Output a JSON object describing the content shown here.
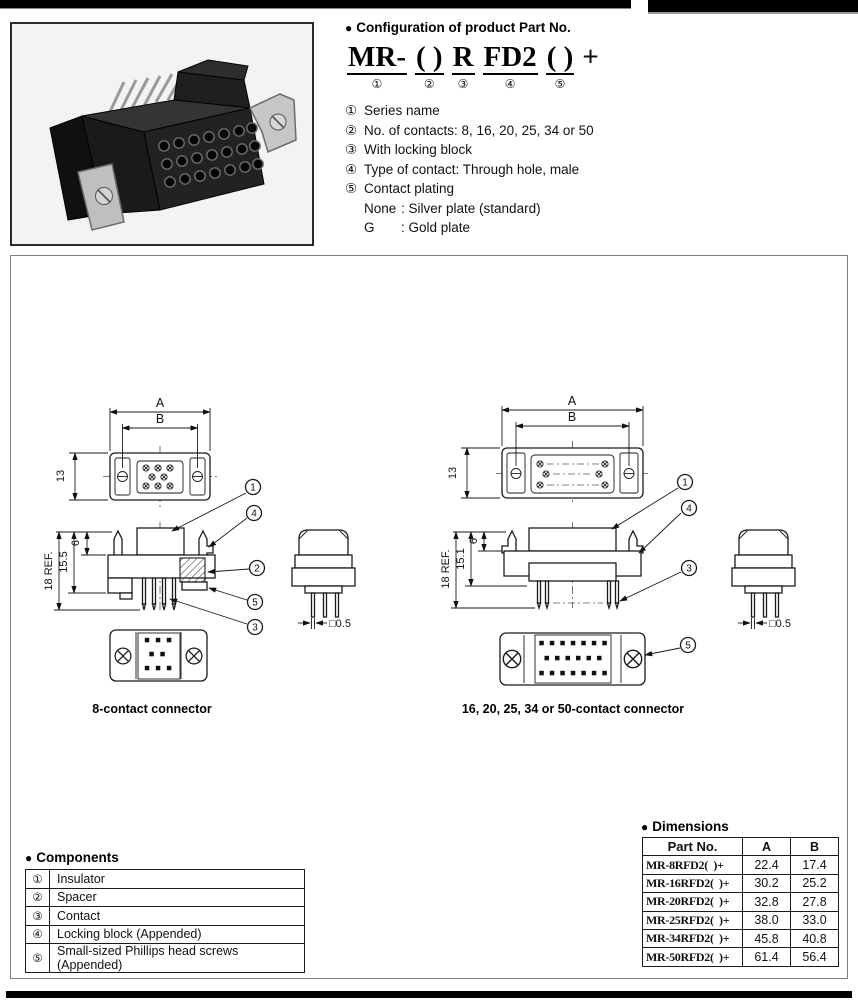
{
  "ui": {
    "bullet": "●"
  },
  "config": {
    "title": "Configuration of product Part No.",
    "part_segments": [
      {
        "text": "MR-",
        "num": "①"
      },
      {
        "text": "( )",
        "num": "②"
      },
      {
        "text": "R",
        "num": "③"
      },
      {
        "text": "FD2",
        "num": "④"
      },
      {
        "text": "( )",
        "num": "⑤"
      }
    ],
    "part_suffix": "+",
    "notes": [
      {
        "num": "①",
        "text": "Series name"
      },
      {
        "num": "②",
        "text": "No. of contacts: 8, 16, 20, 25, 34 or 50"
      },
      {
        "num": "③",
        "text": "With locking block"
      },
      {
        "num": "④",
        "text": "Type of contact: Through hole, male"
      },
      {
        "num": "⑤",
        "text": "Contact plating"
      }
    ],
    "plating": [
      {
        "key": "None",
        "sep": ":",
        "value": " Silver plate (standard)"
      },
      {
        "key": "G",
        "sep": ":",
        "value": " Gold plate"
      }
    ]
  },
  "drawings": {
    "left": {
      "caption": "8-contact connector",
      "dim_a": "A",
      "dim_b": "B",
      "dim_height": "13",
      "dim_six": "6",
      "dim_mid": "15.5",
      "dim_ref": "18 REF.",
      "dim_pin": "□0.5",
      "callout_1": "1",
      "callout_2": "2",
      "callout_3": "3",
      "callout_4": "4",
      "callout_5": "5"
    },
    "right": {
      "caption": "16, 20, 25, 34 or 50-contact connector",
      "dim_a": "A",
      "dim_b": "B",
      "dim_height": "13",
      "dim_six": "6",
      "dim_mid": "15.1",
      "dim_ref": "18 REF.",
      "dim_pin": "□0.5",
      "callout_1": "1",
      "callout_3": "3",
      "callout_4": "4",
      "callout_5": "5"
    }
  },
  "components": {
    "title": "Components",
    "rows": [
      {
        "num": "①",
        "label": "Insulator"
      },
      {
        "num": "②",
        "label": "Spacer"
      },
      {
        "num": "③",
        "label": "Contact"
      },
      {
        "num": "④",
        "label": "Locking block (Appended)"
      },
      {
        "num": "⑤",
        "label": "Small-sized Phillips head screws (Appended)"
      }
    ]
  },
  "dimensions": {
    "title": "Dimensions",
    "col_part": "Part No.",
    "col_a": "A",
    "col_b": "B",
    "rows": [
      {
        "part": "MR-8RFD2(  )+",
        "a": "22.4",
        "b": "17.4"
      },
      {
        "part": "MR-16RFD2(  )+",
        "a": "30.2",
        "b": "25.2"
      },
      {
        "part": "MR-20RFD2(  )+",
        "a": "32.8",
        "b": "27.8"
      },
      {
        "part": "MR-25RFD2(  )+",
        "a": "38.0",
        "b": "33.0"
      },
      {
        "part": "MR-34RFD2(  )+",
        "a": "45.8",
        "b": "40.8"
      },
      {
        "part": "MR-50RFD2(  )+",
        "a": "61.4",
        "b": "56.4"
      }
    ]
  }
}
